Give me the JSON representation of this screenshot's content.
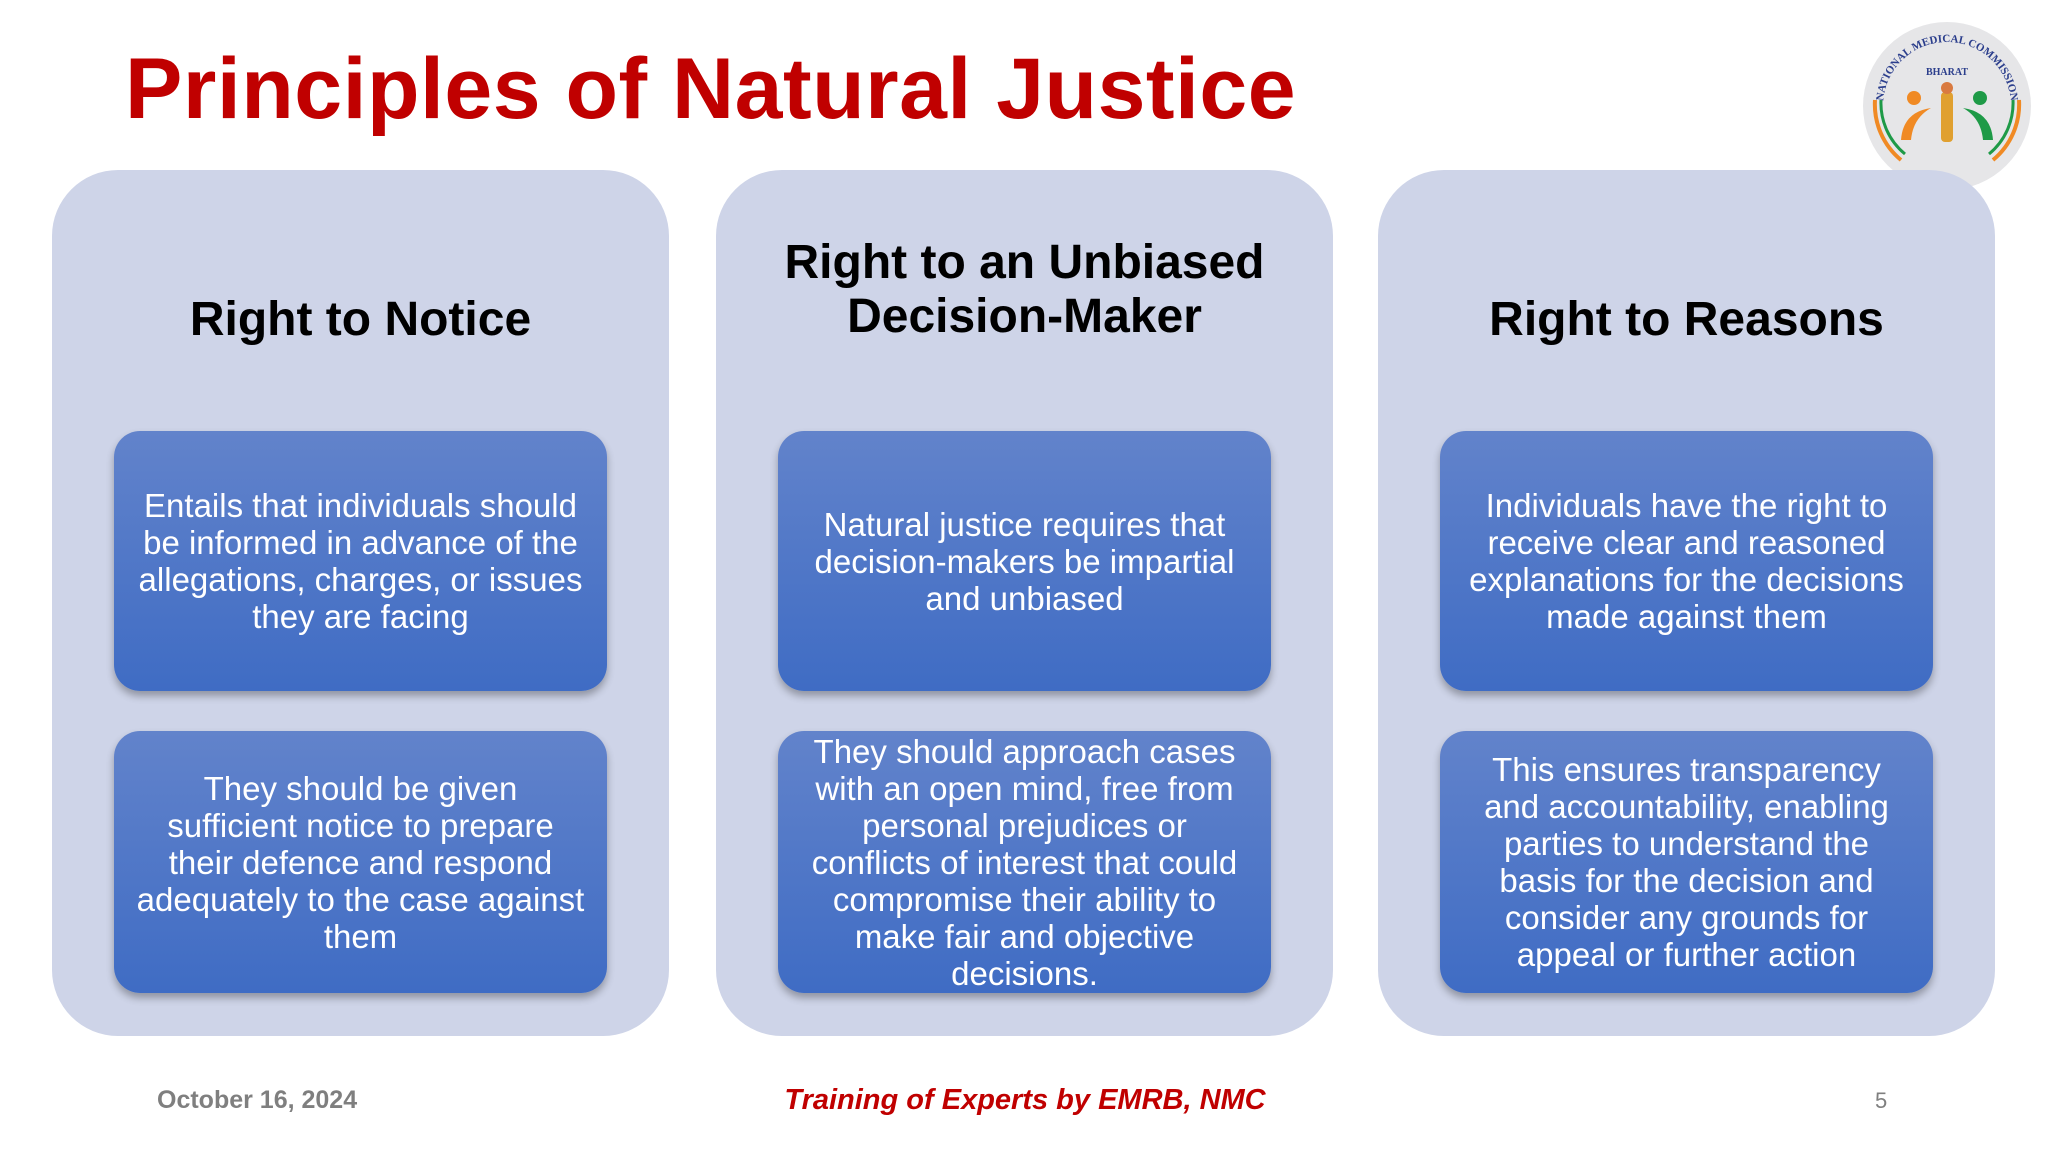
{
  "slide": {
    "title": "Principles of Natural Justice",
    "columns": [
      {
        "heading": "Right to Notice",
        "boxes": [
          "Entails that individuals should be informed in advance of the allegations, charges, or issues they are facing",
          "They should be given sufficient notice to prepare their defence and respond adequately to the case against them"
        ]
      },
      {
        "heading": "Right to an Unbiased Decision-Maker",
        "boxes": [
          "Natural justice requires that decision-makers be impartial and unbiased",
          "They should approach cases with an open mind, free from personal prejudices or conflicts of interest that could compromise their ability to make fair and objective decisions."
        ]
      },
      {
        "heading": "Right to Reasons",
        "boxes": [
          "Individuals have the right to receive clear and reasoned explanations for the decisions made against them",
          "This ensures transparency and accountability, enabling parties to understand the basis for the decision and consider any grounds for appeal or further action"
        ]
      }
    ]
  },
  "logo": {
    "icon": "national-medical-commission-seal",
    "text_top": "NATIONAL MEDICAL COMMISSION",
    "text_mid": "BHARAT"
  },
  "footer": {
    "date": "October 16, 2024",
    "center": "Training of Experts by EMRB, NMC",
    "page_number": "5"
  },
  "colors": {
    "title": "#C00000",
    "column_bg": "#CED4E8",
    "box_top": "#6283CB",
    "box_bottom": "#3F6CC4"
  }
}
